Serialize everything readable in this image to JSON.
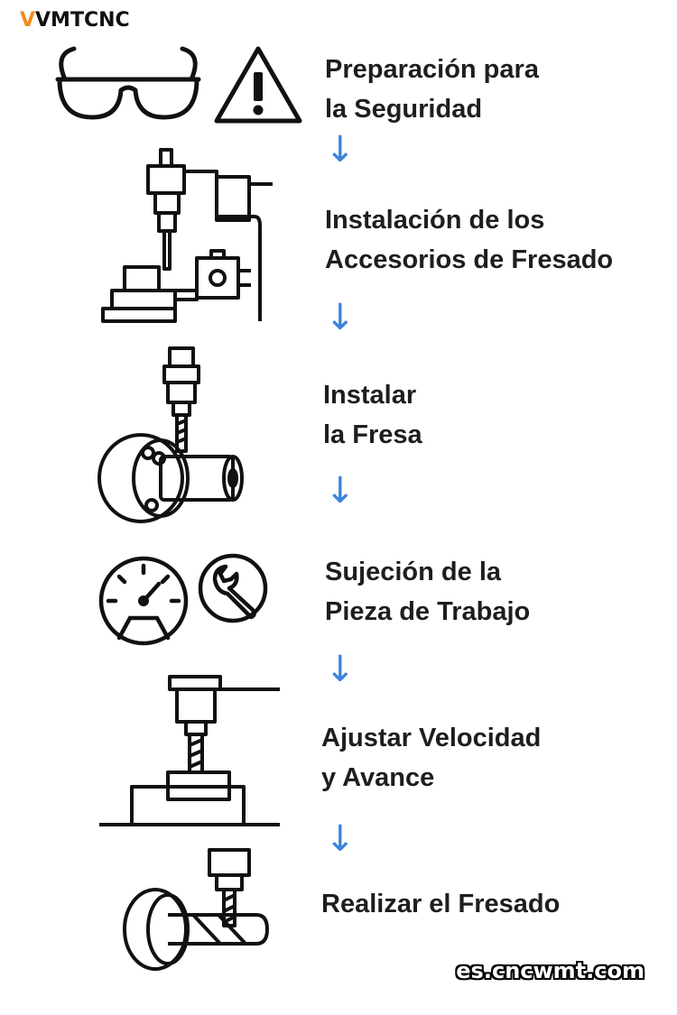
{
  "brand": {
    "logo_first": "V",
    "logo_rest": "VMTCNC"
  },
  "steps": [
    {
      "label": "Preparación para\nla Seguridad"
    },
    {
      "label": "Instalación de los\nAccesorios de Fresado"
    },
    {
      "label": "Instalar\nla Fresa"
    },
    {
      "label": "Sujeción de la\nPieza de Trabajo"
    },
    {
      "label": "Ajustar Velocidad\ny Avance"
    },
    {
      "label": "Realizar el Fresado"
    }
  ],
  "arrow_glyph": "↓",
  "website": "es.cncwmt.com",
  "colors": {
    "arrow": "#3b83dc",
    "logo_accent": "#f08c1e",
    "text": "#1e1e1e"
  }
}
